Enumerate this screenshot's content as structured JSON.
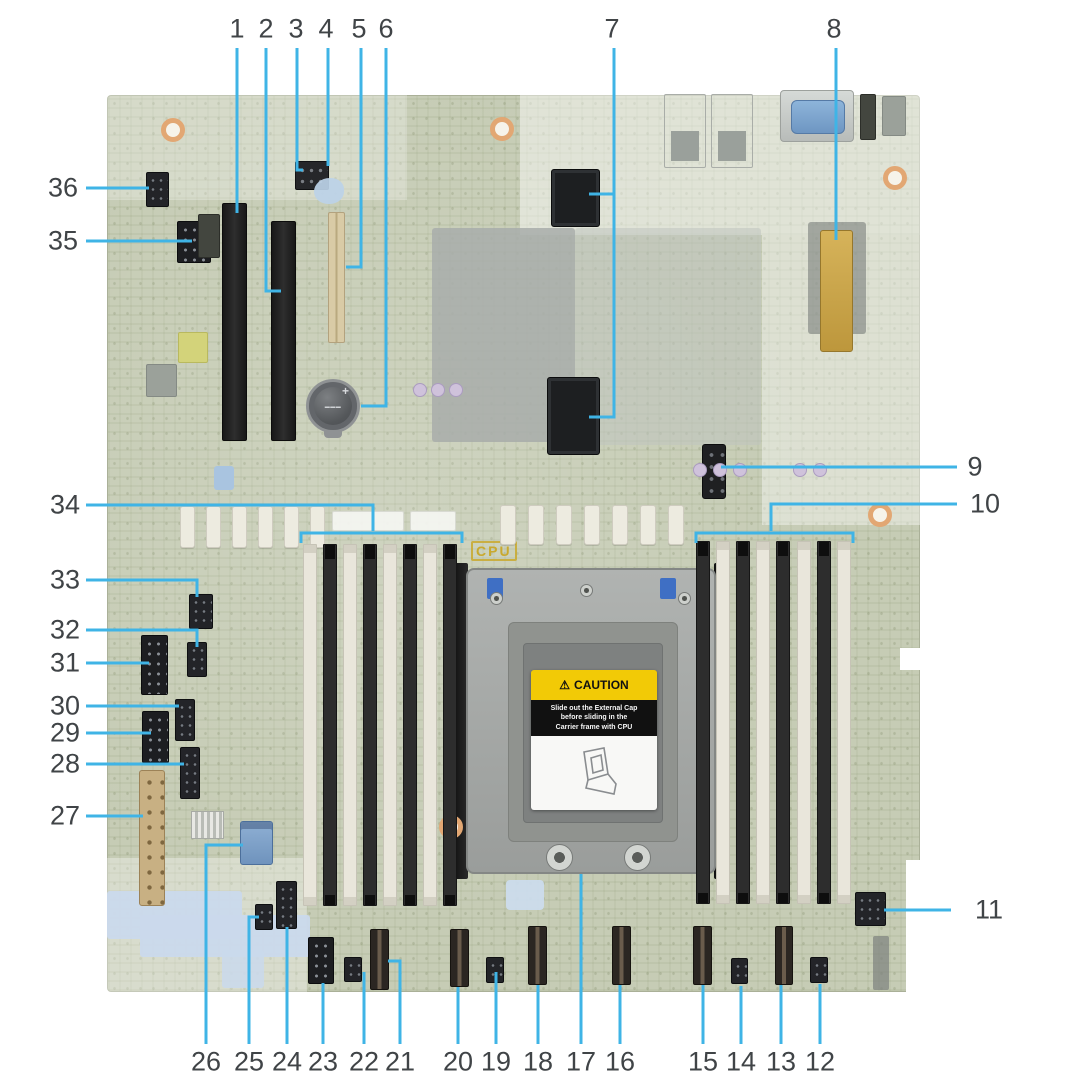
{
  "figure": {
    "type": "server-motherboard-callout-diagram",
    "callouts": [
      "1",
      "2",
      "3",
      "4",
      "5",
      "6",
      "7",
      "8",
      "9",
      "10",
      "11",
      "12",
      "13",
      "14",
      "15",
      "16",
      "17",
      "18",
      "19",
      "20",
      "21",
      "22",
      "23",
      "24",
      "25",
      "26",
      "27",
      "28",
      "29",
      "30",
      "31",
      "32",
      "33",
      "34",
      "35",
      "36"
    ],
    "board": {
      "cpu_label": "CPU",
      "caution": {
        "icon": "⚠",
        "title": "CAUTION",
        "line1": "Slide out the External Cap",
        "line2": "before sliding in the",
        "line3": "Carrier frame with CPU"
      }
    },
    "battery": {
      "plus": "+"
    },
    "colors": {
      "background": "#ffffff",
      "board_green": "#c6ccb5",
      "callout_line": "#3fb4e6",
      "callout_text": "#404447",
      "slot_black": "#242424",
      "dimm_light": "#e9e6db",
      "riser_tan": "#d9cba6",
      "gold_connector": "#c9a84c",
      "vga_blue": "#7fa9d2",
      "blue_connector": "#7f9fbd",
      "caution_yellow": "#f2ca06",
      "power_tan": "#c8b083"
    }
  }
}
